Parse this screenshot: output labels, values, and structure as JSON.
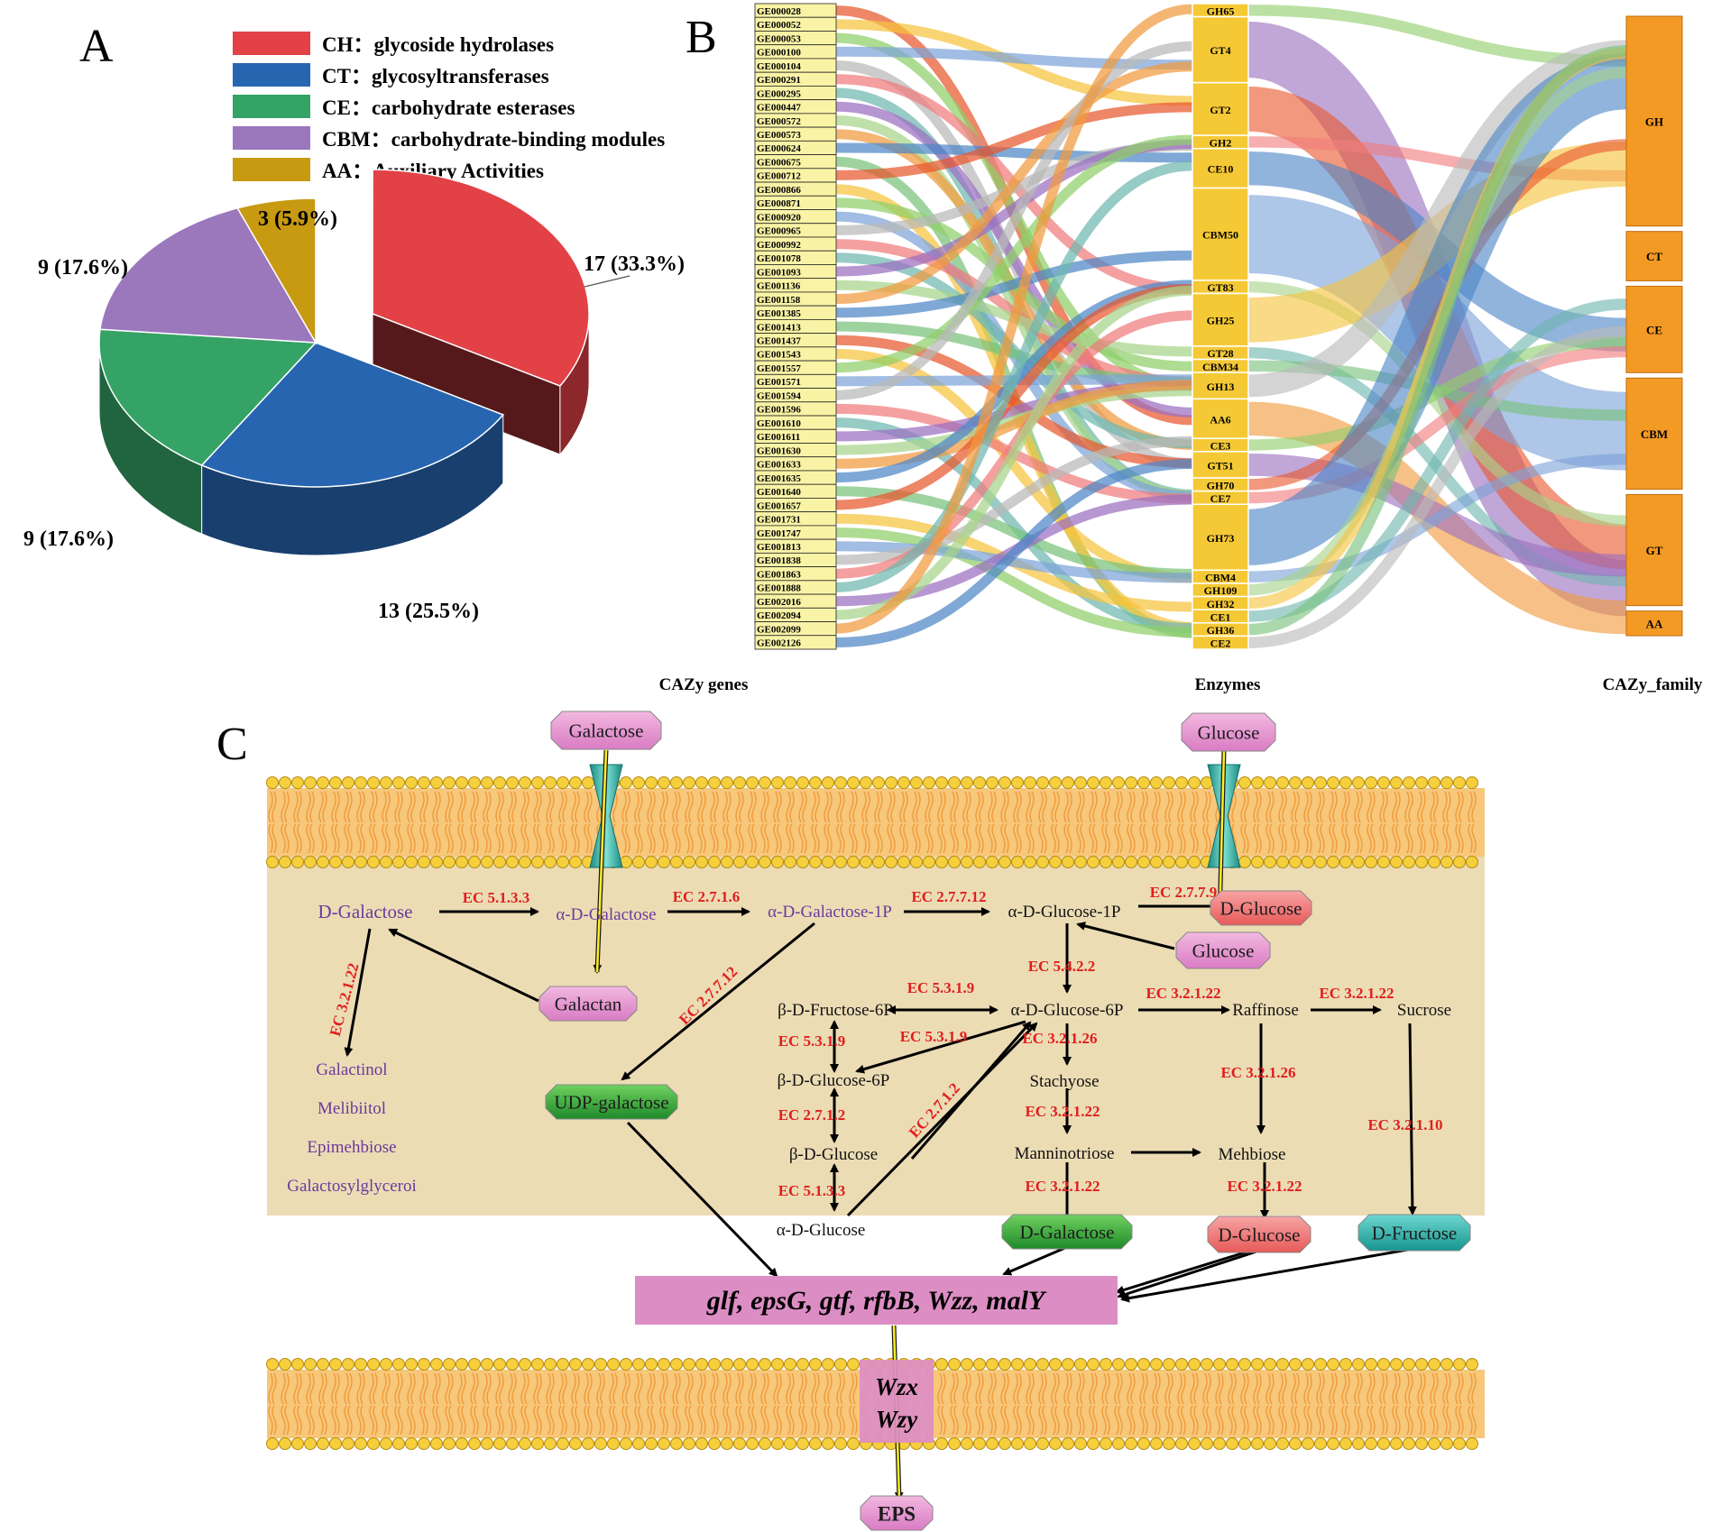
{
  "panelA": {
    "letter": "A",
    "legend": [
      {
        "code": "CH",
        "label": "glycoside hydrolases",
        "color": "#e24146"
      },
      {
        "code": "CT",
        "label": "glycosyltransferases",
        "color": "#2765b1"
      },
      {
        "code": "CE",
        "label": "carbohydrate esterases",
        "color": "#34a365"
      },
      {
        "code": "CBM",
        "label": "carbohydrate-binding modules",
        "color": "#9b77bb"
      },
      {
        "code": "AA",
        "label": "Auxiliary Activities",
        "color": "#c79a12"
      }
    ]
  },
  "chart_data": {
    "type": "pie",
    "categories": [
      "CH",
      "CT",
      "CE",
      "CBM",
      "AA"
    ],
    "values": [
      17,
      13,
      9,
      9,
      3
    ],
    "labels": [
      "17 (33.3%)",
      "13 (25.5%)",
      "9 (17.6%)",
      "9 (17.6%)",
      "3 (5.9%)"
    ],
    "colors": [
      "#e24146",
      "#2765b1",
      "#34a365",
      "#9b77bb",
      "#c79a12"
    ],
    "exploded": "CH"
  },
  "panelB": {
    "letter": "B",
    "axis_labels": {
      "genes": "CAZy genes",
      "enzymes": "Enzymes",
      "family": "CAZy_family"
    },
    "genes": [
      "GE000028",
      "GE000052",
      "GE000053",
      "GE000100",
      "GE000104",
      "GE000291",
      "GE000295",
      "GE000447",
      "GE000572",
      "GE000573",
      "GE000624",
      "GE000675",
      "GE000712",
      "GE000866",
      "GE000871",
      "GE000920",
      "GE000965",
      "GE000992",
      "GE001078",
      "GE001093",
      "GE001136",
      "GE001158",
      "GE001385",
      "GE001413",
      "GE001437",
      "GE001543",
      "GE001557",
      "GE001571",
      "GE001594",
      "GE001596",
      "GE001610",
      "GE001611",
      "GE001630",
      "GE001633",
      "GE001635",
      "GE001640",
      "GE001657",
      "GE001731",
      "GE001747",
      "GE001813",
      "GE001838",
      "GE001863",
      "GE001888",
      "GE002016",
      "GE002094",
      "GE002099",
      "GE002126"
    ],
    "enzymes": [
      {
        "label": "GH65",
        "weight": 1
      },
      {
        "label": "GT4",
        "weight": 5
      },
      {
        "label": "GT2",
        "weight": 4
      },
      {
        "label": "GH2",
        "weight": 1
      },
      {
        "label": "CE10",
        "weight": 3
      },
      {
        "label": "CBM50",
        "weight": 7
      },
      {
        "label": "GT83",
        "weight": 1
      },
      {
        "label": "GH25",
        "weight": 4
      },
      {
        "label": "GT28",
        "weight": 1
      },
      {
        "label": "CBM34",
        "weight": 1
      },
      {
        "label": "GH13",
        "weight": 2
      },
      {
        "label": "AA6",
        "weight": 3
      },
      {
        "label": "CE3",
        "weight": 1
      },
      {
        "label": "GT51",
        "weight": 2
      },
      {
        "label": "GH70",
        "weight": 1
      },
      {
        "label": "CE7",
        "weight": 1
      },
      {
        "label": "GH73",
        "weight": 5
      },
      {
        "label": "CBM4",
        "weight": 1
      },
      {
        "label": "GH109",
        "weight": 1
      },
      {
        "label": "GH32",
        "weight": 1
      },
      {
        "label": "CE1",
        "weight": 1
      },
      {
        "label": "GH36",
        "weight": 1
      },
      {
        "label": "CE2",
        "weight": 1
      }
    ],
    "families": [
      {
        "label": "GH",
        "weight": 17
      },
      {
        "label": "CT",
        "weight": 4
      },
      {
        "label": "CE",
        "weight": 7
      },
      {
        "label": "CBM",
        "weight": 9
      },
      {
        "label": "GT",
        "weight": 9
      },
      {
        "label": "AA",
        "weight": 2
      }
    ],
    "flow_colors": [
      "#e8582e",
      "#f6c33d",
      "#8fcf6a",
      "#7da3d8",
      "#b9b9b9",
      "#f07c7c",
      "#6fb7b0",
      "#9b6fc0",
      "#a7d48a",
      "#f19a3e",
      "#4e86c6",
      "#78c27a"
    ]
  },
  "panelC": {
    "letter": "C",
    "membrane_colors": {
      "head": "#f6cf3c",
      "tail": "#ef9a3a",
      "cell": "#ecdcb4"
    },
    "boxes": {
      "galactose_out": "Galactose",
      "glucose_out": "Glucose",
      "d_glucose_1": "D-Glucose",
      "glucose_in": "Glucose",
      "galactan": "Galactan",
      "udp_galactose": "UDP-galactose",
      "d_galactose_box": "D-Galactose",
      "d_glucose_2": "D-Glucose",
      "d_fructose": "D-Fructose",
      "genes": "glf, epsG, gtf, rfbB, Wzz,  malY",
      "wzx": "Wzx",
      "wzy": "Wzy",
      "eps": "EPS"
    },
    "metabolites": {
      "d_galactose": "D-Galactose",
      "alpha_d_galactose": "α-D-Galactose",
      "alpha_d_galactose_1p": "α-D-Galactose-1P",
      "alpha_d_glucose_1p": "α-D-Glucose-1P",
      "beta_d_fructose_6p": "β-D-Fructose-6P",
      "alpha_d_glucose_6p": "α-D-Glucose-6P",
      "raffinose": "Raffinose",
      "sucrose": "Sucrose",
      "beta_d_glucose_6p": "β-D-Glucose-6P",
      "stachyose": "Stachyose",
      "beta_d_glucose": "β-D-Glucose",
      "manninotriose": "Manninotriose",
      "mehbiose": "Mehbiose",
      "alpha_d_glucose": "α-D-Glucose",
      "galactinol": "Galactinol",
      "melibiitol": "Melibiitol",
      "epimehbiose": "Epimehbiose",
      "galactosylglyceroi": "Galactosylglyceroi"
    },
    "ec": {
      "e1": "EC 5.1.3.3",
      "e2": "EC 2.7.1.6",
      "e3": "EC 2.7.7.12",
      "e4": "EC 2.7.7.9",
      "e5": "EC 3.2.1.22",
      "e6": "EC 2.7.7.12",
      "e7": "EC 5.4.2.2",
      "e8": "EC 5.3.1.9",
      "e9": "EC 3.2.1.22",
      "e10": "EC 3.2.1.22",
      "e11": "EC 5.3.1.9",
      "e12": "EC 5.3.1.9",
      "e13": "EC 3.2.1.26",
      "e14": "EC 3.2.1.26",
      "e15": "EC 2.7.1.2",
      "e16": "EC 3.2.1.22",
      "e17": "EC 3.2.1.10",
      "e18": "EC 2.7.1.2",
      "e19": "EC 5.1.3.3",
      "e20": "EC 3.2.1.22",
      "e21": "EC 3.2.1.22"
    }
  }
}
